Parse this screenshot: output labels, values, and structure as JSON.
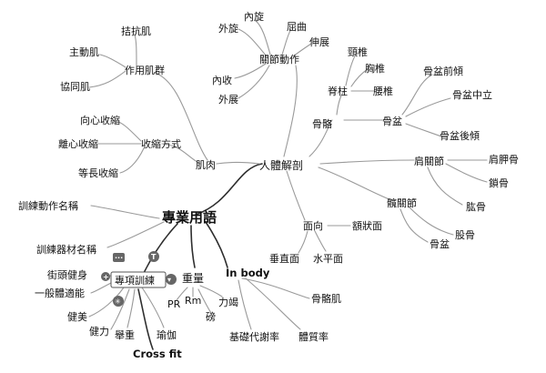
{
  "nodes": {
    "root": "人體解剖",
    "muscle": "肌肉",
    "muscle_group": "作用肌群",
    "antagonist": "拮抗肌",
    "agonist": "主動肌",
    "synergist": "協同肌",
    "contraction": "收縮方式",
    "concentric": "向心收縮",
    "eccentric": "離心收縮",
    "isometric": "等長收縮",
    "joint_action": "關節動作",
    "int_rotation": "內旋",
    "ext_rotation": "外旋",
    "flexion": "屈曲",
    "extension": "伸展",
    "adduction": "內收",
    "abduction": "外展",
    "bone": "骨骼",
    "spine": "脊柱",
    "cervical": "頸椎",
    "thoracic": "胸椎",
    "lumbar": "腰椎",
    "pelvis": "骨盆",
    "pelvis_ant": "骨盆前傾",
    "pelvis_neutral": "骨盆中立",
    "pelvis_post": "骨盆後傾",
    "shoulder": "肩關節",
    "scapula": "肩胛骨",
    "clavicle": "鎖骨",
    "humerus": "肱骨",
    "hip": "髖關節",
    "femur": "股骨",
    "hip_pelvis": "骨盆",
    "planes": "面向",
    "frontal": "額狀面",
    "sagittal": "垂直面",
    "transverse": "水平面",
    "terms": "專業用語",
    "move_names": "訓練動作名稱",
    "equip_names": "訓練器材名稱",
    "specialty": "專項訓練",
    "street": "街頭健身",
    "general": "一般體適能",
    "bodybuilding": "健美",
    "powerlifting": "健力",
    "weightlifting": "舉重",
    "crossfit": "Cross fit",
    "yoga": "瑜伽",
    "weight": "重量",
    "pr": "PR",
    "rm": "Rm",
    "power": "力竭",
    "pound": "磅",
    "inbody": "In body",
    "skeletal_muscle": "骨骼肌",
    "bmr": "基礎代謝率",
    "body_fat": "體質率"
  },
  "badges": {
    "notes": "···",
    "topic": "T",
    "collapse": "▾",
    "attach": "✳",
    "add": "+"
  },
  "colors": {
    "line": "#9a9a9a",
    "dark_line": "#2e2e2e",
    "badge": "#666666"
  }
}
